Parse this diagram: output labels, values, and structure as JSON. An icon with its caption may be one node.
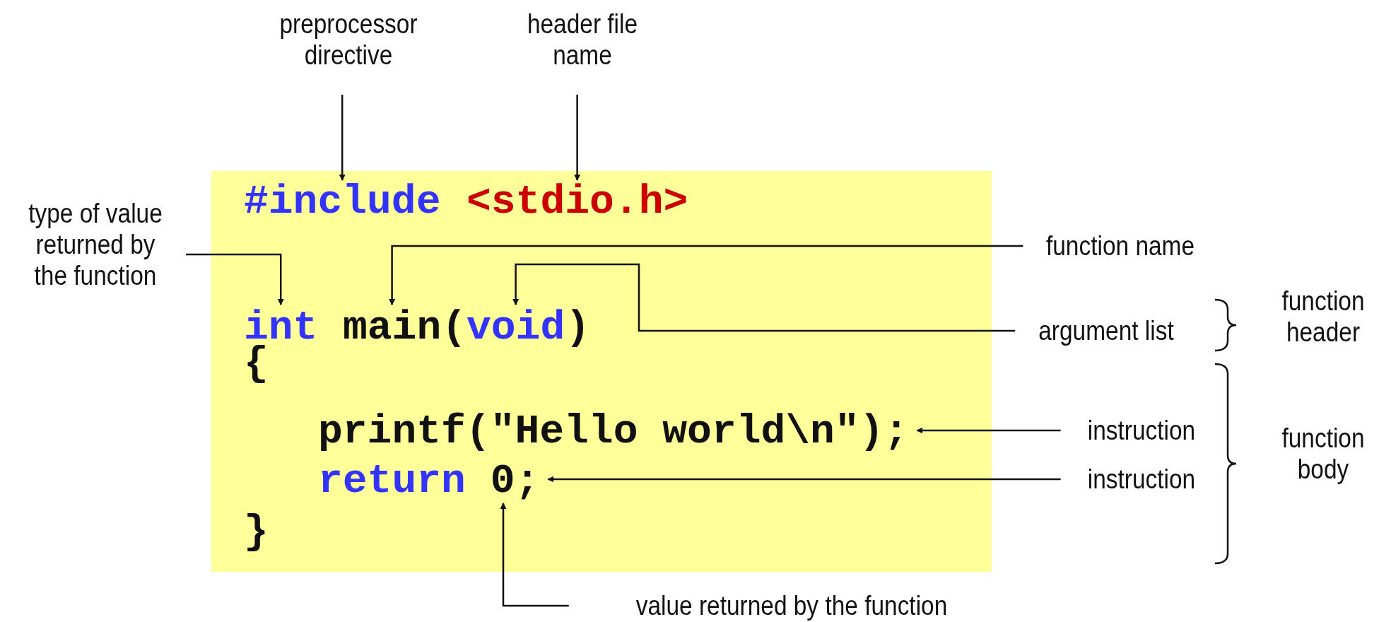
{
  "diagram": {
    "nodes": [
      {
        "text": [],
        "shape": "box"
      },
      {
        "text": [
          "#include"
        ],
        "in": 0
      },
      {
        "text": [
          "<stdio.h>"
        ],
        "in": 0
      },
      {
        "text": [
          "int"
        ],
        "in": 0
      },
      {
        "text": [
          "main"
        ],
        "in": 0
      },
      {
        "text": [
          "void"
        ],
        "in": 0
      },
      {
        "text": [
          "printf(\"Hello world\\n\");"
        ],
        "in": 0
      },
      {
        "text": [
          "return 0;"
        ],
        "in": 0
      },
      {
        "text": [
          "preprocessor directive"
        ]
      },
      {
        "text": [
          "header file name"
        ]
      },
      {
        "text": [
          "type of value returned by the function"
        ]
      },
      {
        "text": [
          "function name"
        ]
      },
      {
        "text": [
          "argument list"
        ]
      },
      {
        "text": [
          "instruction"
        ]
      },
      {
        "text": [
          "instruction"
        ]
      },
      {
        "text": [
          "value returned by the function"
        ]
      }
    ],
    "edges": [
      {
        "from": 8,
        "to": 1,
        "arrow": "to"
      },
      {
        "from": 9,
        "to": 2,
        "arrow": "to"
      },
      {
        "from": 10,
        "to": 3,
        "arrow": "to"
      },
      {
        "from": 11,
        "to": 4,
        "arrow": "to"
      },
      {
        "from": 12,
        "to": 5,
        "arrow": "to"
      },
      {
        "from": 13,
        "to": 6,
        "arrow": "to"
      },
      {
        "from": 14,
        "to": 7,
        "arrow": "to"
      },
      {
        "from": 15,
        "to": 7,
        "arrow": "to"
      }
    ],
    "labels": [
      "(",
      ")",
      "{",
      "}",
      "function header",
      "function body"
    ]
  }
}
